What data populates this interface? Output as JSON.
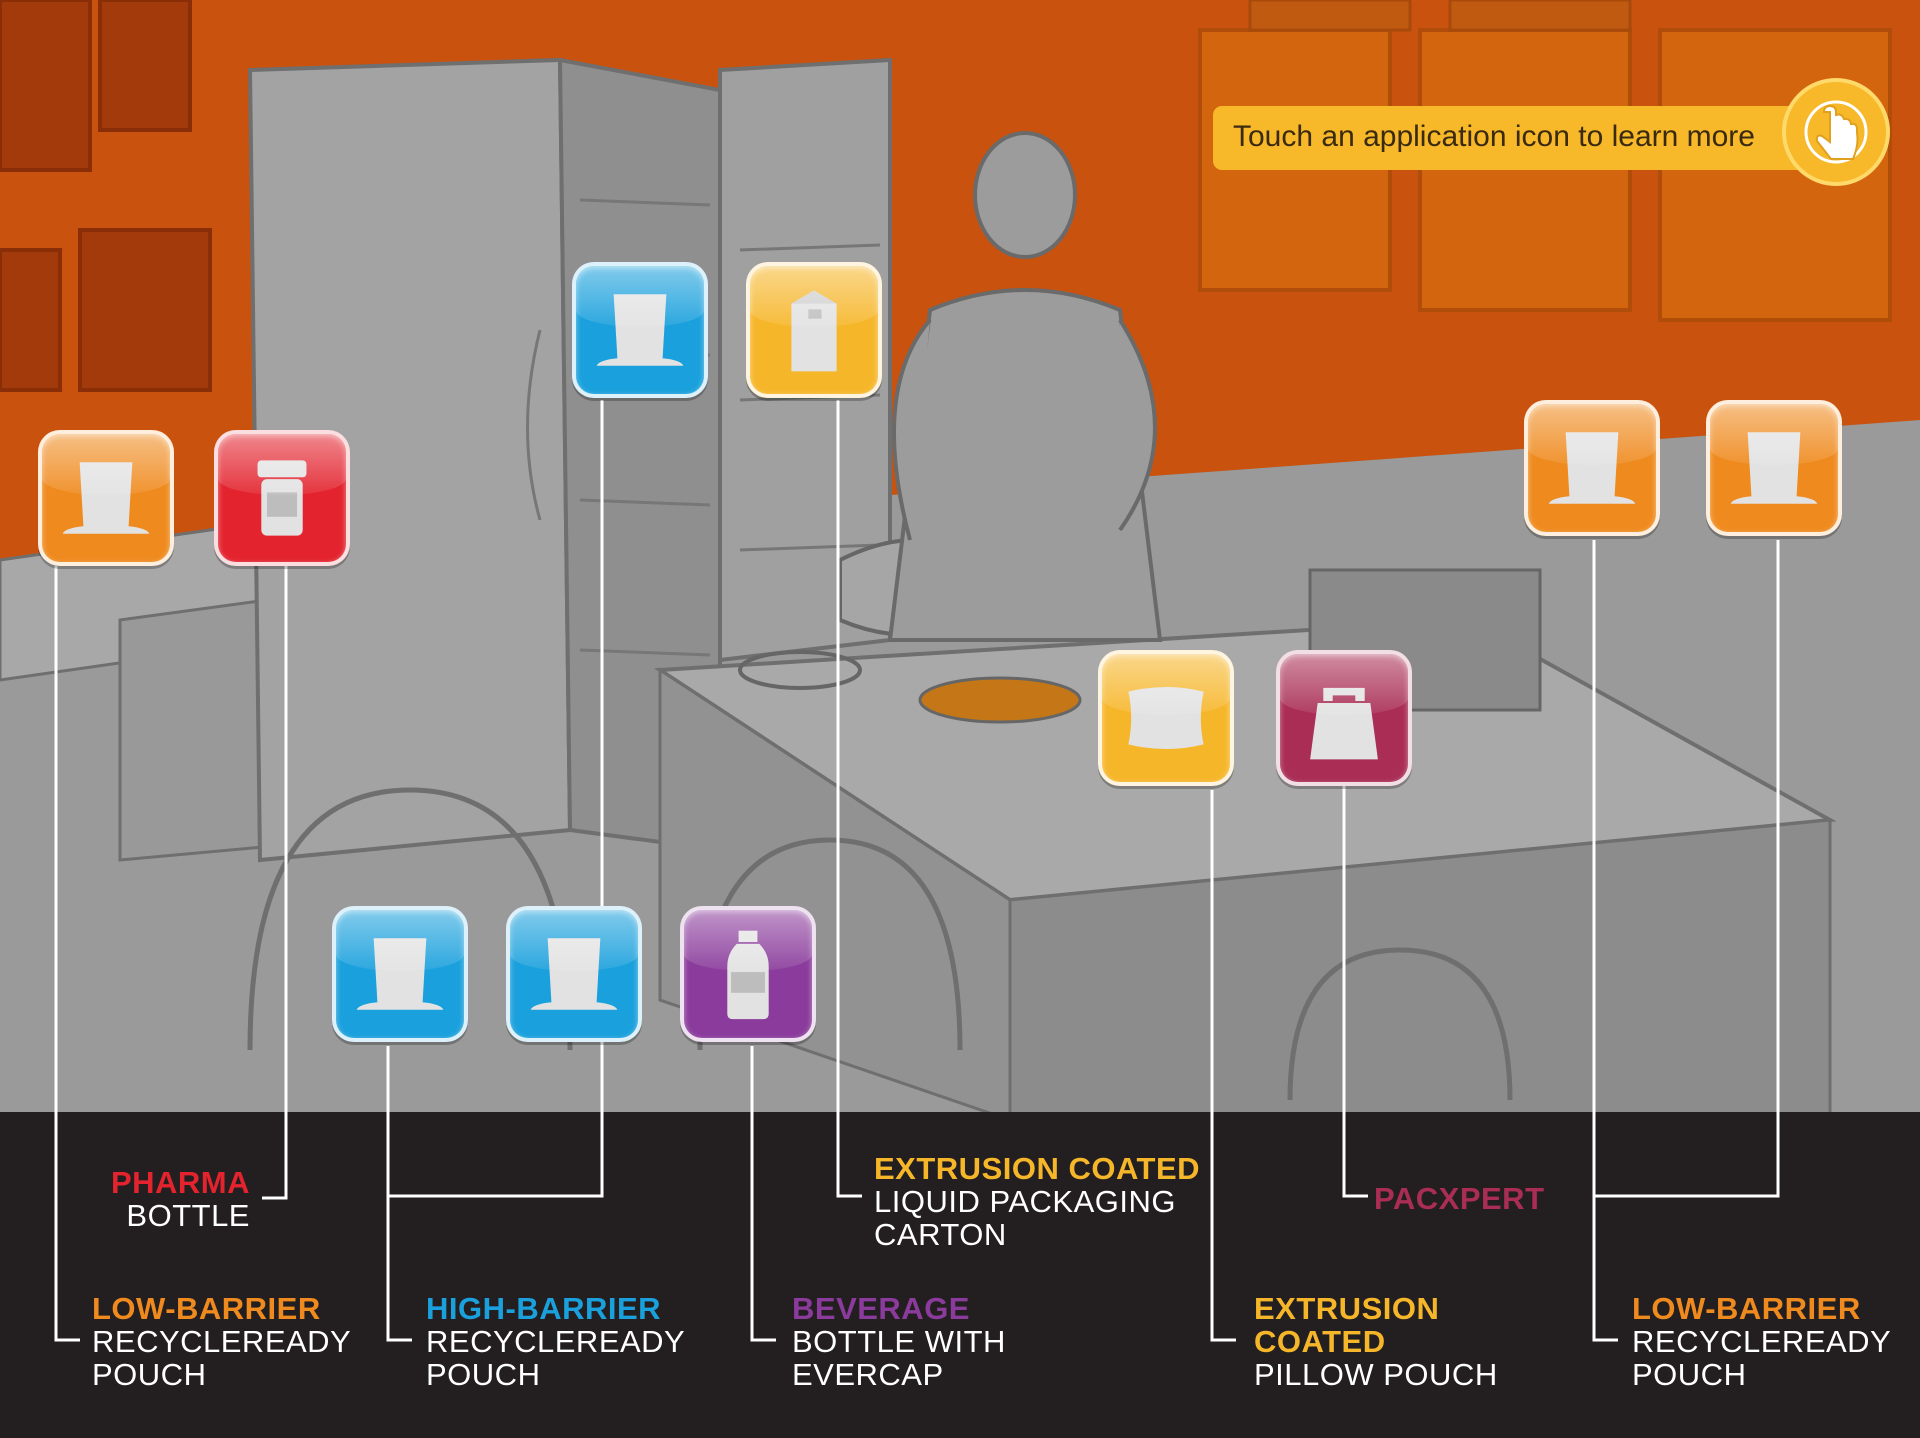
{
  "hint": {
    "text": "Touch an application icon to learn more",
    "icon": "touch-hand-icon"
  },
  "colors": {
    "orange": "#ef8a1e",
    "red": "#e3232e",
    "blue": "#1aa0dc",
    "yellow": "#f6b62a",
    "purple": "#8a3b9b",
    "maroon": "#a92d54",
    "panel": "#231f20",
    "wall": "#b8480f",
    "floor": "#9a9a9a"
  },
  "icons": [
    {
      "name": "low-barrier-pouch-left",
      "color": "orange",
      "symbol": "pouch"
    },
    {
      "name": "pharma-bottle",
      "color": "red",
      "symbol": "pill-bottle"
    },
    {
      "name": "high-barrier-pouch-top",
      "color": "blue",
      "symbol": "pouch"
    },
    {
      "name": "liquid-carton",
      "color": "yellow",
      "symbol": "carton"
    },
    {
      "name": "high-barrier-pouch-1",
      "color": "blue",
      "symbol": "pouch"
    },
    {
      "name": "high-barrier-pouch-2",
      "color": "blue",
      "symbol": "pouch"
    },
    {
      "name": "beverage-bottle",
      "color": "purple",
      "symbol": "bottle"
    },
    {
      "name": "pillow-pouch",
      "color": "yellow",
      "symbol": "pillow"
    },
    {
      "name": "pacxpert",
      "color": "maroon",
      "symbol": "handle-bag"
    },
    {
      "name": "low-barrier-pouch-right-1",
      "color": "orange",
      "symbol": "pouch"
    },
    {
      "name": "low-barrier-pouch-right-2",
      "color": "orange",
      "symbol": "pouch"
    }
  ],
  "labels": {
    "pharma": {
      "highlight": "PHARMA",
      "lines": [
        "BOTTLE"
      ]
    },
    "low_barrier_left": {
      "highlight": "LOW-BARRIER",
      "lines": [
        "RECYCLEREADY",
        "POUCH"
      ]
    },
    "high_barrier": {
      "highlight": "HIGH-BARRIER",
      "lines": [
        "RECYCLEREADY",
        "POUCH"
      ]
    },
    "beverage": {
      "highlight": "BEVERAGE",
      "lines": [
        "BOTTLE WITH",
        "EVERCAP"
      ]
    },
    "carton": {
      "highlight": "EXTRUSION COATED",
      "lines": [
        "LIQUID PACKAGING",
        "CARTON"
      ]
    },
    "pacxpert": {
      "highlight": "PACXPERT",
      "lines": []
    },
    "pillow": {
      "highlight": "EXTRUSION COATED",
      "lines": [
        "PILLOW POUCH"
      ]
    },
    "low_barrier_right": {
      "highlight": "LOW-BARRIER",
      "lines": [
        "RECYCLEREADY",
        "POUCH"
      ]
    }
  }
}
